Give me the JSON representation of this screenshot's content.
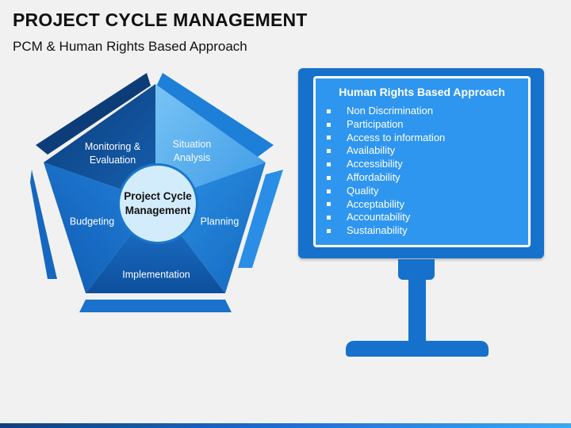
{
  "header": {
    "title": "PROJECT CYCLE MANAGEMENT",
    "subtitle": "PCM & Human Rights Based Approach"
  },
  "cycle": {
    "center": "Project Cycle Management",
    "segments": [
      {
        "id": "situation",
        "label": "Situation Analysis",
        "color": "#5cb2ef"
      },
      {
        "id": "planning",
        "label": "Planning",
        "color": "#1e86de"
      },
      {
        "id": "implementation",
        "label": "Implementation",
        "color": "#1565bf"
      },
      {
        "id": "budgeting",
        "label": "Budgeting",
        "color": "#1a70cc"
      },
      {
        "id": "monitoring",
        "label": "Monitoring & Evaluation",
        "color": "#0f4f95"
      }
    ]
  },
  "board": {
    "title": "Human Rights Based Approach",
    "items": [
      "Non Discrimination",
      "Participation",
      "Access to information",
      "Availability",
      "Accessibility",
      "Affordability",
      "Quality",
      "Acceptability",
      "Accountability",
      "Sustainability"
    ]
  },
  "colors": {
    "primary": "#1671cc",
    "screen": "#2f96ef",
    "center_fill": "#d3ecfc"
  }
}
